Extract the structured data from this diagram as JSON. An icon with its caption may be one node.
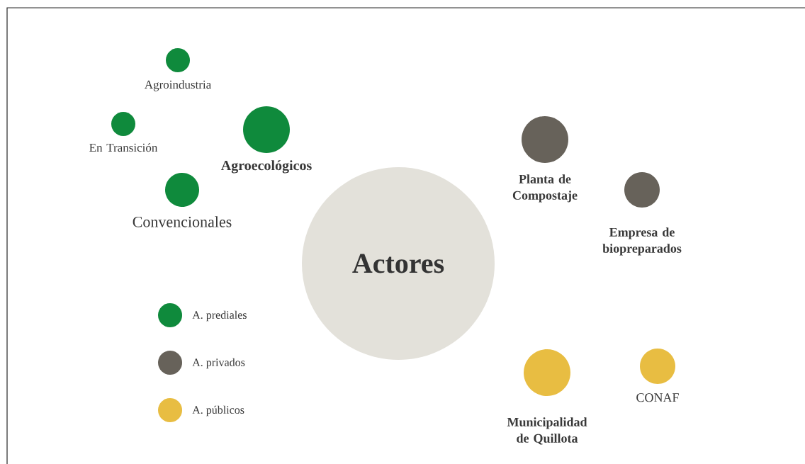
{
  "diagram": {
    "nodes": [
      {
        "text": [
          "Agroindustria"
        ]
      },
      {
        "text": [
          "En Transición"
        ]
      },
      {
        "text": [
          "Agroecológicos"
        ]
      },
      {
        "text": [
          "Convencionales"
        ]
      },
      {
        "text": [
          "Actores"
        ]
      },
      {
        "text": [
          "Planta de Compostaje"
        ]
      },
      {
        "text": [
          "Empresa de biopreparados"
        ]
      },
      {
        "text": [
          "Municipalidad de Quillota"
        ]
      },
      {
        "text": [
          "CONAF"
        ]
      }
    ],
    "legend": [
      {
        "text": "A. prediales",
        "color": "#0f8a3c"
      },
      {
        "text": "A. privados",
        "color": "#67625a"
      },
      {
        "text": "A. públicos",
        "color": "#e8bd42"
      }
    ]
  }
}
